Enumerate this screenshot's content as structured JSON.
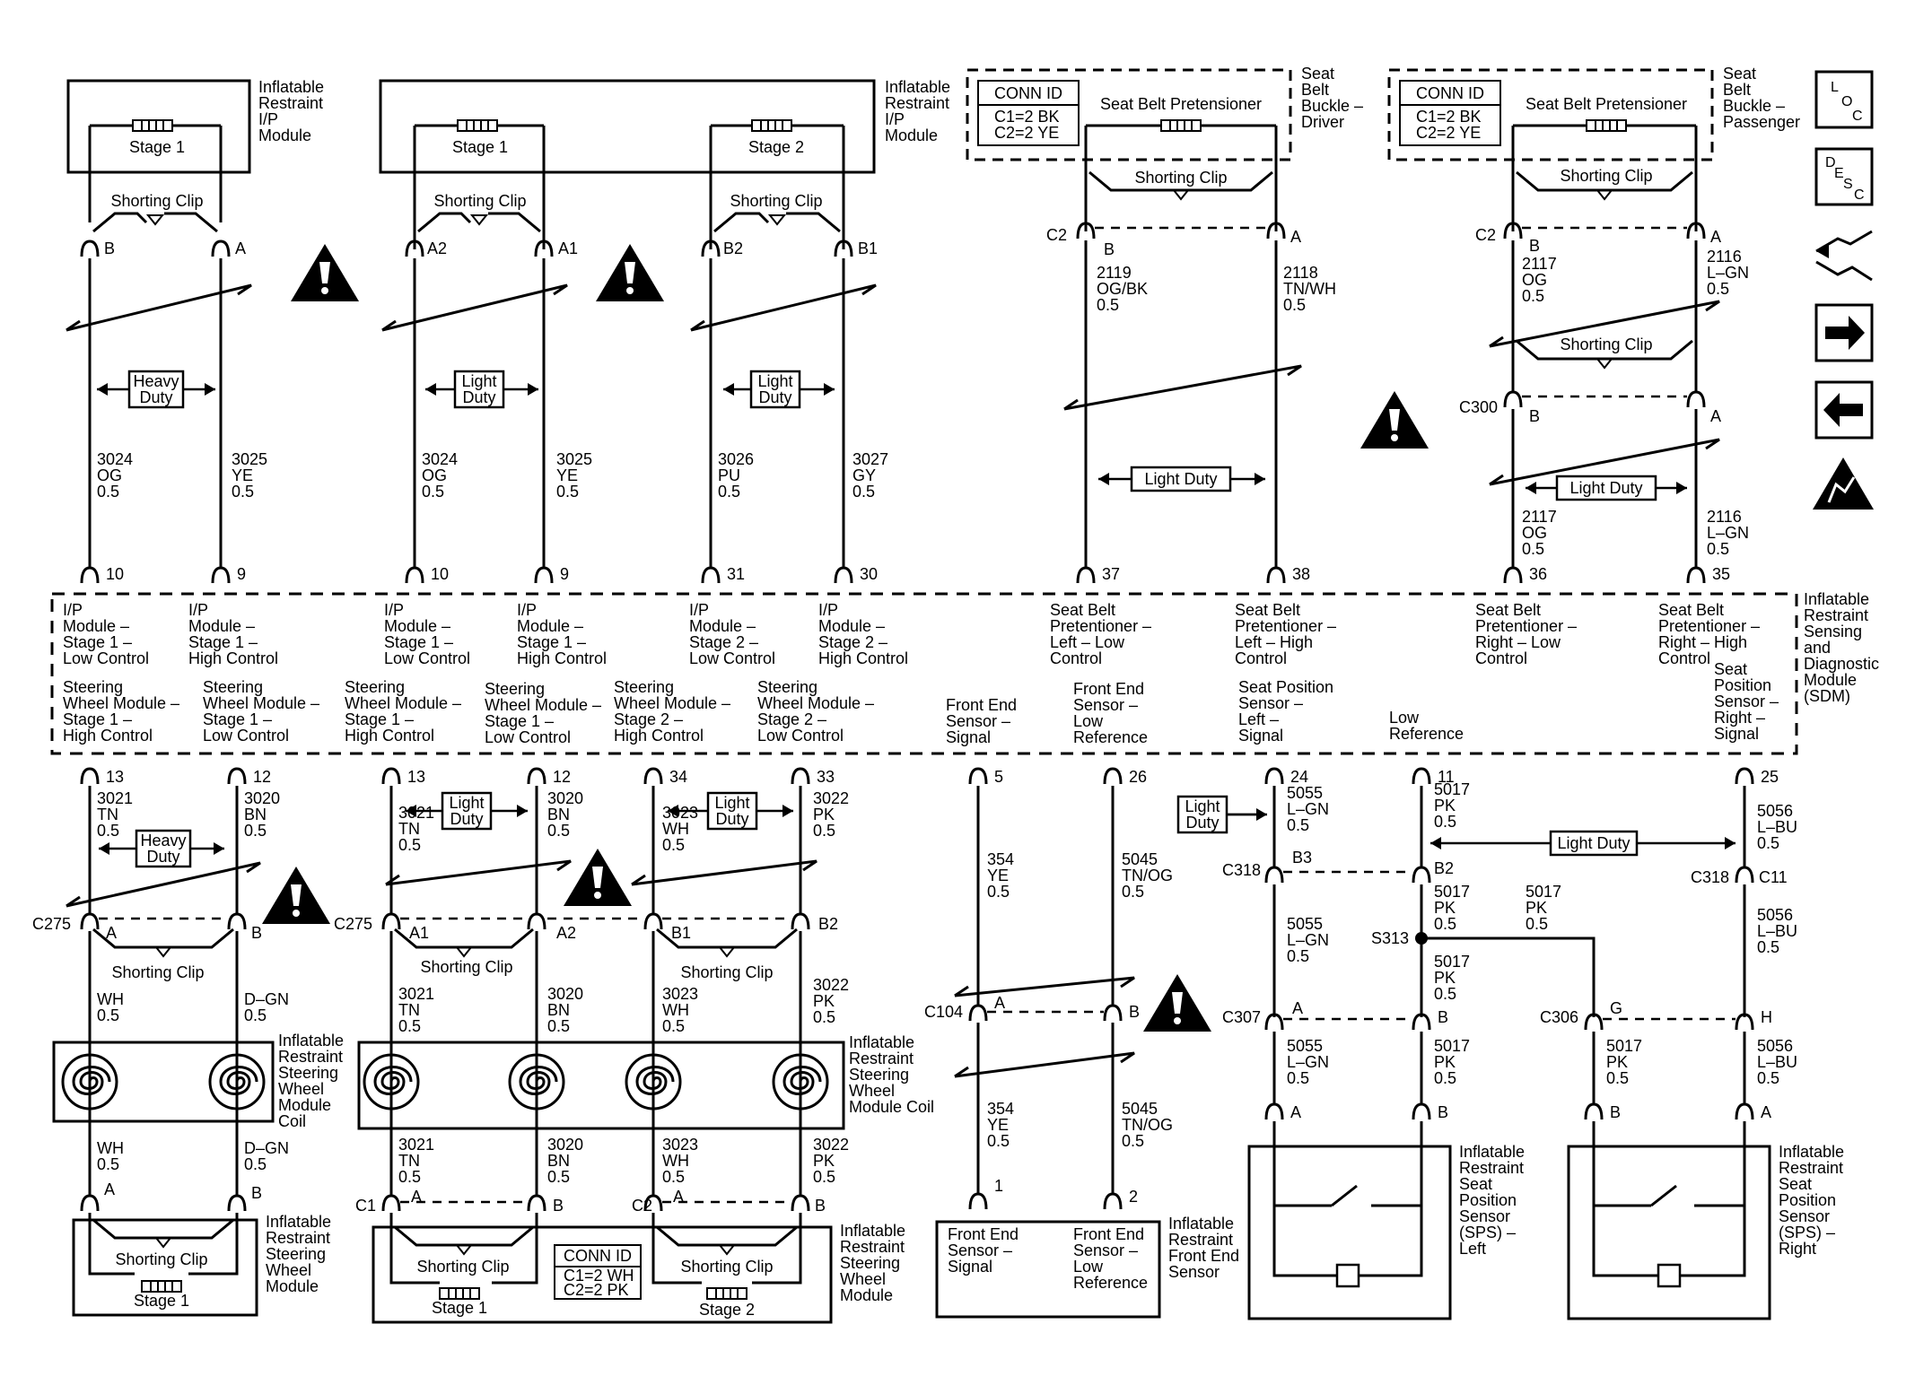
{
  "title": "",
  "components": {
    "ip_module": [
      "Inflatable",
      "Restraint",
      "I/P",
      "Module"
    ],
    "stage1": "Stage 1",
    "stage2": "Stage 2",
    "seat_belt_pretensioner": "Seat Belt Pretensioner",
    "buckle_driver": [
      "Seat",
      "Belt",
      "Buckle –",
      "Driver"
    ],
    "buckle_passenger": [
      "Seat",
      "Belt",
      "Buckle –",
      "Passenger"
    ],
    "conn_id_title": "CONN ID",
    "conn_id_c1_bk": "C1=2 BK",
    "conn_id_c2_ye": "C2=2 YE",
    "conn_id_c1_wh": "C1=2 WH",
    "conn_id_c2_pk": "C2=2 PK",
    "shorting_clip": "Shorting Clip",
    "sdm": [
      "Inflatable",
      "Restraint",
      "Sensing",
      "and",
      "Diagnostic",
      "Module",
      "(SDM)"
    ],
    "sw_coil": [
      "Inflatable",
      "Restraint",
      "Steering",
      "Wheel",
      "Module",
      "Coil"
    ],
    "sw_coil_right": [
      "Inflatable",
      "Restraint",
      "Steering",
      "Wheel",
      "Module Coil"
    ],
    "sw_module": [
      "Inflatable",
      "Restraint",
      "Steering",
      "Wheel",
      "Module"
    ],
    "front_end_sensor": [
      "Inflatable",
      "Restraint",
      "Front End",
      "Sensor"
    ],
    "fes_signal": [
      "Front End",
      "Sensor –",
      "Signal"
    ],
    "fes_low_ref": [
      "Front End",
      "Sensor –",
      "Low",
      "Reference"
    ],
    "sps_left": [
      "Inflatable",
      "Restraint",
      "Seat",
      "Position",
      "Sensor",
      "(SPS) –",
      "Left"
    ],
    "sps_right": [
      "Inflatable",
      "Restraint",
      "Seat",
      "Position",
      "Sensor",
      "(SPS) –",
      "Right"
    ]
  },
  "duty": {
    "heavy": [
      "Heavy",
      "Duty"
    ],
    "light": [
      "Light",
      "Duty"
    ],
    "light_inline": "Light Duty"
  },
  "sdm_upper_labels": [
    [
      "I/P",
      "Module –",
      "Stage 1 –",
      "Low Control"
    ],
    [
      "I/P",
      "Module –",
      "Stage 1 –",
      "High Control"
    ],
    [
      "I/P",
      "Module –",
      "Stage 1 –",
      "Low Control"
    ],
    [
      "I/P",
      "Module –",
      "Stage 1 –",
      "High Control"
    ],
    [
      "I/P",
      "Module –",
      "Stage 2 –",
      "Low Control"
    ],
    [
      "I/P",
      "Module –",
      "Stage 2 –",
      "High Control"
    ],
    [
      "Seat Belt",
      "Pretentioner –",
      "Left – Low",
      "Control"
    ],
    [
      "Seat Belt",
      "Pretentioner –",
      "Left – High",
      "Control"
    ],
    [
      "Seat Belt",
      "Pretentioner –",
      "Right – Low",
      "Control"
    ],
    [
      "Seat Belt",
      "Pretentioner –",
      "Right – High",
      "Control"
    ]
  ],
  "sdm_lower_labels": [
    [
      "Steering",
      "Wheel Module –",
      "Stage 1 –",
      "High Control"
    ],
    [
      "Steering",
      "Wheel Module –",
      "Stage 1 –",
      "Low Control"
    ],
    [
      "Steering",
      "Wheel Module –",
      "Stage 1 –",
      "High Control"
    ],
    [
      "Steering",
      "Wheel Module –",
      "Stage 1 –",
      "Low Control"
    ],
    [
      "Steering",
      "Wheel Module –",
      "Stage 2 –",
      "High Control"
    ],
    [
      "Steering",
      "Wheel Module –",
      "Stage 2 –",
      "Low Control"
    ],
    [
      "Front End",
      "Sensor –",
      "Signal"
    ],
    [
      "Front End",
      "Sensor –",
      "Low",
      "Reference"
    ],
    [
      "Seat Position",
      "Sensor –",
      "Left –",
      "Signal"
    ],
    [
      "Low",
      "Reference"
    ],
    [
      "Seat",
      "Position",
      "Sensor –",
      "Right –",
      "Signal"
    ]
  ],
  "upper_pins": [
    "10",
    "9",
    "10",
    "9",
    "31",
    "30",
    "37",
    "38",
    "36",
    "35"
  ],
  "lower_pins": [
    "13",
    "12",
    "13",
    "12",
    "34",
    "33",
    "5",
    "26",
    "24",
    "11",
    "25"
  ],
  "upper_wires": [
    [
      "3024",
      "OG",
      "0.5"
    ],
    [
      "3025",
      "YE",
      "0.5"
    ],
    [
      "3024",
      "OG",
      "0.5"
    ],
    [
      "3025",
      "YE",
      "0.5"
    ],
    [
      "3026",
      "PU",
      "0.5"
    ],
    [
      "3027",
      "GY",
      "0.5"
    ],
    [
      "2119",
      "OG/BK",
      "0.5"
    ],
    [
      "2118",
      "TN/WH",
      "0.5"
    ],
    [
      "2117",
      "OG",
      "0.5"
    ],
    [
      "2116",
      "L–GN",
      "0.5"
    ],
    [
      "2117",
      "OG",
      "0.5"
    ],
    [
      "2116",
      "L–GN",
      "0.5"
    ]
  ],
  "lower_wires": [
    [
      "3021",
      "TN",
      "0.5"
    ],
    [
      "3020",
      "BN",
      "0.5"
    ],
    [
      "3021",
      "TN",
      "0.5"
    ],
    [
      "3020",
      "BN",
      "0.5"
    ],
    [
      "3023",
      "WH",
      "0.5"
    ],
    [
      "3022",
      "PK",
      "0.5"
    ],
    [
      "354",
      "YE",
      "0.5"
    ],
    [
      "5045",
      "TN/OG",
      "0.5"
    ],
    [
      "5055",
      "L–GN",
      "0.5"
    ],
    [
      "5017",
      "PK",
      "0.5"
    ],
    [
      "5056",
      "L–BU",
      "0.5"
    ],
    [
      "WH",
      "0.5"
    ],
    [
      "D–GN",
      "0.5"
    ]
  ],
  "connectors": {
    "c2": "C2",
    "c300": "C300",
    "c275": "C275",
    "c1": "C1",
    "c104": "C104",
    "c318": "C318",
    "c307": "C307",
    "c306": "C306",
    "s313": "S313",
    "A": "A",
    "B": "B",
    "A1": "A1",
    "A2": "A2",
    "B1": "B1",
    "B2": "B2",
    "B3": "B3",
    "C11": "C11",
    "G": "G",
    "H": "H",
    "p1": "1",
    "p2": "2"
  },
  "side_icons": [
    "loc-icon",
    "desc-icon",
    "harness-icon",
    "next-arrow-icon",
    "prev-arrow-icon",
    "esd-icon"
  ],
  "side_icon_text": {
    "loc": [
      "L",
      "O",
      "C"
    ],
    "desc": [
      "D",
      "E",
      "S",
      "C"
    ]
  }
}
